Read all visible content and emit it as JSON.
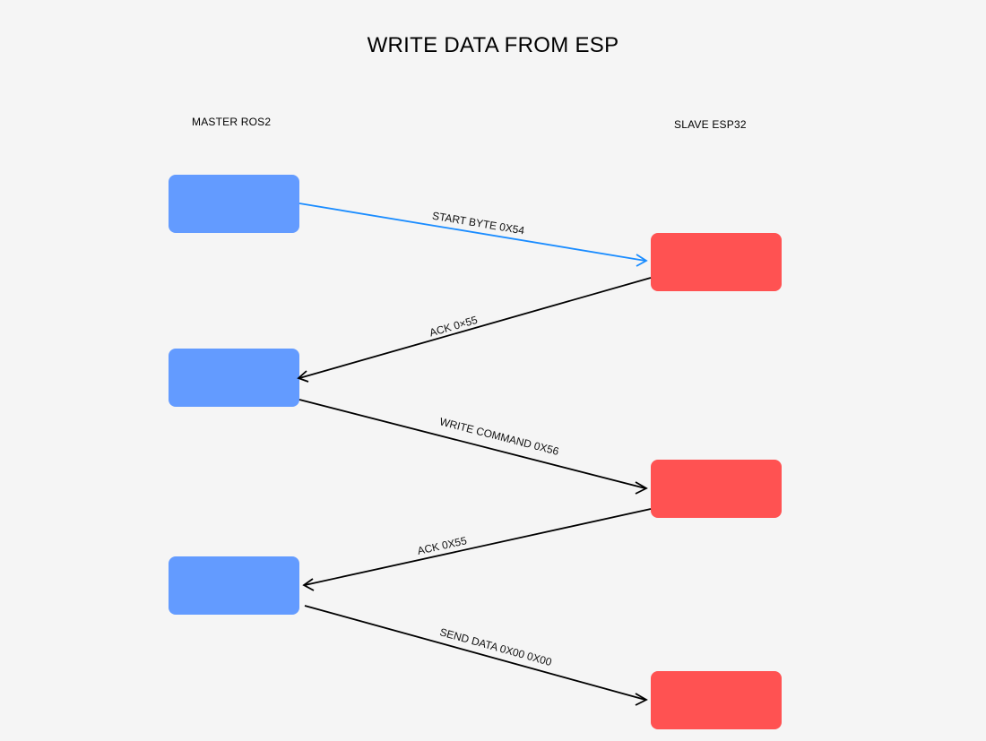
{
  "diagram": {
    "title": "WRITE DATA FROM ESP",
    "lanes": {
      "master": "MASTER ROS2",
      "slave": "SLAVE ESP32"
    },
    "messages": [
      {
        "label": "START BYTE 0X54",
        "from": "master",
        "to": "slave",
        "color": "#1a8cff"
      },
      {
        "label": "ACK 0×55",
        "from": "slave",
        "to": "master",
        "color": "#000000"
      },
      {
        "label": "WRITE COMMAND 0X56",
        "from": "master",
        "to": "slave",
        "color": "#000000"
      },
      {
        "label": "ACK 0X55",
        "from": "slave",
        "to": "master",
        "color": "#000000"
      },
      {
        "label": "SEND DATA 0X00 0X00",
        "from": "master",
        "to": "slave",
        "color": "#000000"
      }
    ],
    "colors": {
      "master_box": "#639bff",
      "slave_box": "#ff5252",
      "background": "#f5f5f5"
    }
  }
}
